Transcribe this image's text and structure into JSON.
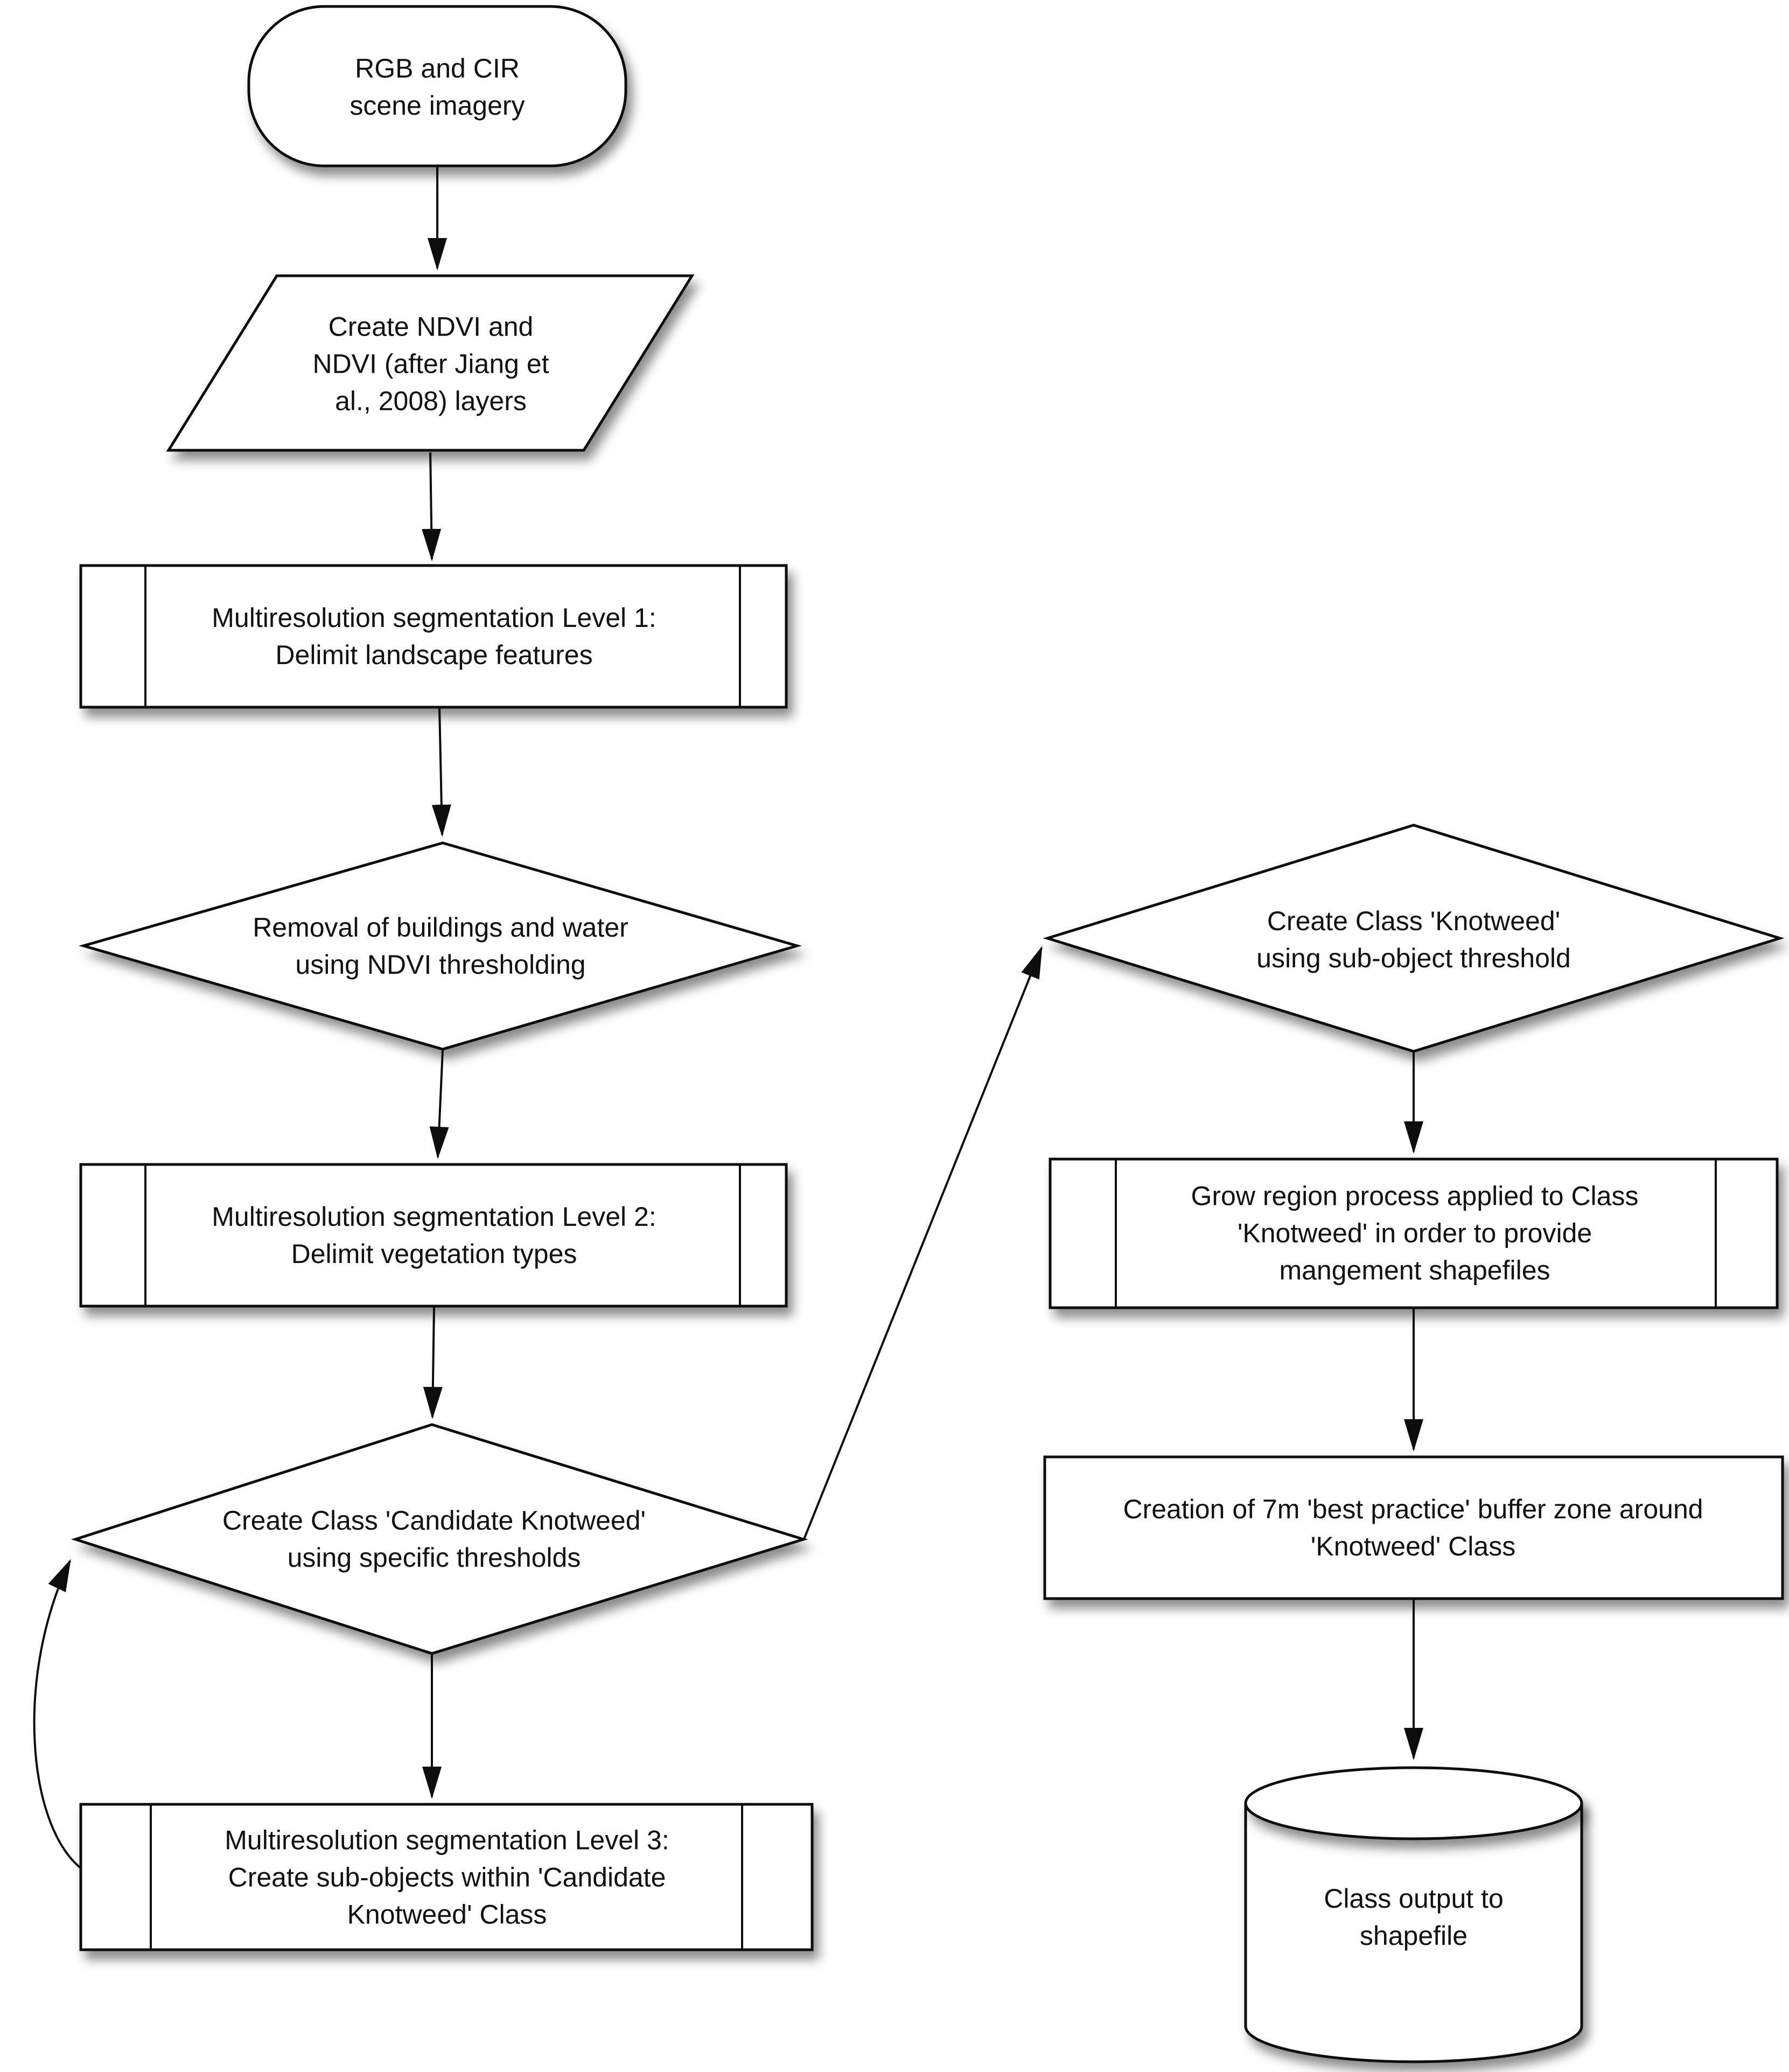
{
  "colors": {
    "background": "#ffffff",
    "shape_fill": "#ffffff",
    "stroke": "#0d0d0d",
    "shadow": "rgba(0,0,0,0.45)"
  },
  "nodes": {
    "start": {
      "shape": "terminator",
      "label": "RGB and CIR\nscene imagery"
    },
    "create_ndvi": {
      "shape": "data-parallelogram",
      "label": "Create NDVI and\nNDVI (after Jiang et\nal., 2008) layers"
    },
    "seg_level1": {
      "shape": "predefined-process",
      "label": "Multiresolution segmentation Level 1:\nDelimit landscape features"
    },
    "removal": {
      "shape": "decision",
      "label": "Removal of buildings and water\nusing NDVI thresholding"
    },
    "seg_level2": {
      "shape": "predefined-process",
      "label": "Multiresolution segmentation Level 2:\nDelimit vegetation types"
    },
    "candidate_knotweed": {
      "shape": "decision",
      "label": "Create Class 'Candidate Knotweed'\nusing specific thresholds"
    },
    "seg_level3": {
      "shape": "predefined-process",
      "label": "Multiresolution segmentation Level 3:\nCreate sub-objects within 'Candidate\nKnotweed' Class"
    },
    "knotweed": {
      "shape": "decision",
      "label": "Create Class 'Knotweed'\nusing sub-object threshold"
    },
    "grow_region": {
      "shape": "predefined-process",
      "label": "Grow region process applied to Class\n'Knotweed' in order to provide\nmangement shapefiles"
    },
    "buffer_zone": {
      "shape": "process",
      "label": "Creation of 7m 'best practice' buffer zone around\n'Knotweed' Class"
    },
    "class_output": {
      "shape": "database-cylinder",
      "label": "Class output to\nshapefile"
    }
  },
  "edges": [
    {
      "from": "start",
      "to": "create_ndvi"
    },
    {
      "from": "create_ndvi",
      "to": "seg_level1"
    },
    {
      "from": "seg_level1",
      "to": "removal"
    },
    {
      "from": "removal",
      "to": "seg_level2"
    },
    {
      "from": "seg_level2",
      "to": "candidate_knotweed"
    },
    {
      "from": "candidate_knotweed",
      "to": "seg_level3"
    },
    {
      "from": "seg_level3",
      "to": "candidate_knotweed"
    },
    {
      "from": "candidate_knotweed",
      "to": "knotweed"
    },
    {
      "from": "knotweed",
      "to": "grow_region"
    },
    {
      "from": "grow_region",
      "to": "buffer_zone"
    },
    {
      "from": "buffer_zone",
      "to": "class_output"
    }
  ]
}
